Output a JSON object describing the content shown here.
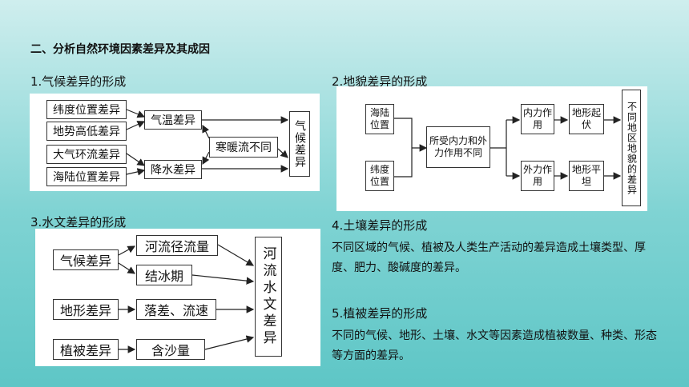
{
  "section_title": "二、分析自然环境因素差异及其成因",
  "climate": {
    "title": "1.气候差异的形成",
    "latitude": "纬度位置差异",
    "terrain": "地势高低差异",
    "circulation": "大气环流差异",
    "land_sea": "海陆位置差异",
    "temperature": "气温差异",
    "precipitation": "降水差异",
    "currents": "寒暖流不同",
    "result": "气候差异"
  },
  "landform": {
    "title": "2.地貌差异的形成",
    "land_sea": "海陆位置",
    "latitude": "纬度位置",
    "forces": "所受内力和外力作用不同",
    "internal": "内力作用",
    "external": "外力作用",
    "relief": "地形起伏",
    "flat": "地形平坦",
    "result": "不同地区地貌的差异"
  },
  "hydro": {
    "title": "3.水文差异的形成",
    "climate": "气候差异",
    "terrain": "地形差异",
    "vegetation": "植被差异",
    "runoff": "河流径流量",
    "freeze": "结冰期",
    "drop": "落差、流速",
    "sediment": "含沙量",
    "result": "河流水文差异"
  },
  "soil": {
    "title": "4.土壤差异的形成",
    "text": "不同区域的气候、植被及人类生产活动的差异造成土壤类型、厚度、肥力、酸碱度的差异。"
  },
  "veg": {
    "title": "5.植被差异的形成",
    "text": "不同的气候、地形、土壤、水文等因素造成植被数量、种类、形态等方面的差异。"
  }
}
